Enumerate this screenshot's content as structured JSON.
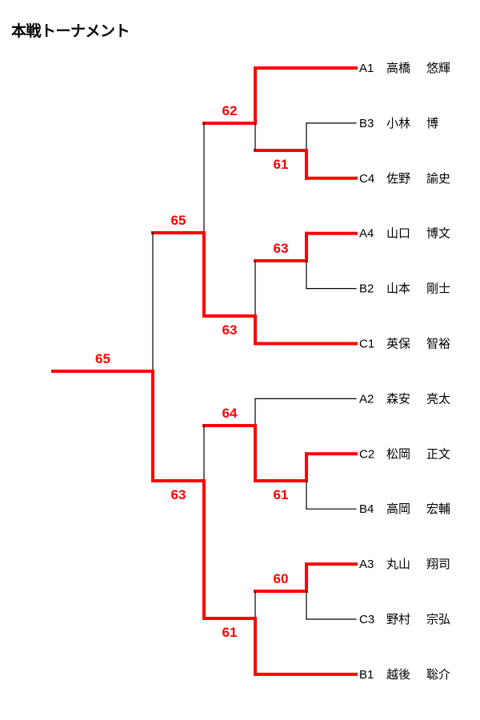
{
  "title": "本戦トーナメント",
  "colors": {
    "win": "#ff0000",
    "line": "#000000"
  },
  "players": [
    {
      "seed": "A1",
      "family": "高橋",
      "given": "悠輝"
    },
    {
      "seed": "B3",
      "family": "小林",
      "given": "博"
    },
    {
      "seed": "C4",
      "family": "佐野",
      "given": "諭史"
    },
    {
      "seed": "A4",
      "family": "山口",
      "given": "博文"
    },
    {
      "seed": "B2",
      "family": "山本",
      "given": "剛士"
    },
    {
      "seed": "C1",
      "family": "英保",
      "given": "智裕"
    },
    {
      "seed": "A2",
      "family": "森安",
      "given": "亮太"
    },
    {
      "seed": "C2",
      "family": "松岡",
      "given": "正文"
    },
    {
      "seed": "B4",
      "family": "高岡",
      "given": "宏輔"
    },
    {
      "seed": "A3",
      "family": "丸山",
      "given": "翔司"
    },
    {
      "seed": "C3",
      "family": "野村",
      "given": "宗弘"
    },
    {
      "seed": "B1",
      "family": "越後",
      "given": "聡介"
    }
  ],
  "bracket": {
    "score": "65",
    "label": "above",
    "winner": 1,
    "children": [
      {
        "score": "65",
        "label": "above",
        "winner": 1,
        "children": [
          {
            "score": "62",
            "label": "above",
            "winner": 0,
            "children": [
              {
                "leaf": 0
              },
              {
                "score": "61",
                "label": "below",
                "winner": 1,
                "children": [
                  {
                    "leaf": 1
                  },
                  {
                    "leaf": 2
                  }
                ]
              }
            ]
          },
          {
            "score": "63",
            "label": "below",
            "winner": 1,
            "children": [
              {
                "score": "63",
                "label": "above",
                "winner": 0,
                "children": [
                  {
                    "leaf": 3
                  },
                  {
                    "leaf": 4
                  }
                ]
              },
              {
                "leaf": 5
              }
            ]
          }
        ]
      },
      {
        "score": "63",
        "label": "below",
        "winner": 1,
        "children": [
          {
            "score": "64",
            "label": "above",
            "winner": 1,
            "children": [
              {
                "leaf": 6
              },
              {
                "score": "61",
                "label": "below",
                "winner": 0,
                "children": [
                  {
                    "leaf": 7
                  },
                  {
                    "leaf": 8
                  }
                ]
              }
            ]
          },
          {
            "score": "61",
            "label": "below",
            "winner": 1,
            "children": [
              {
                "score": "60",
                "label": "above",
                "winner": 0,
                "children": [
                  {
                    "leaf": 9
                  },
                  {
                    "leaf": 10
                  }
                ]
              },
              {
                "leaf": 11
              }
            ]
          }
        ]
      }
    ]
  }
}
